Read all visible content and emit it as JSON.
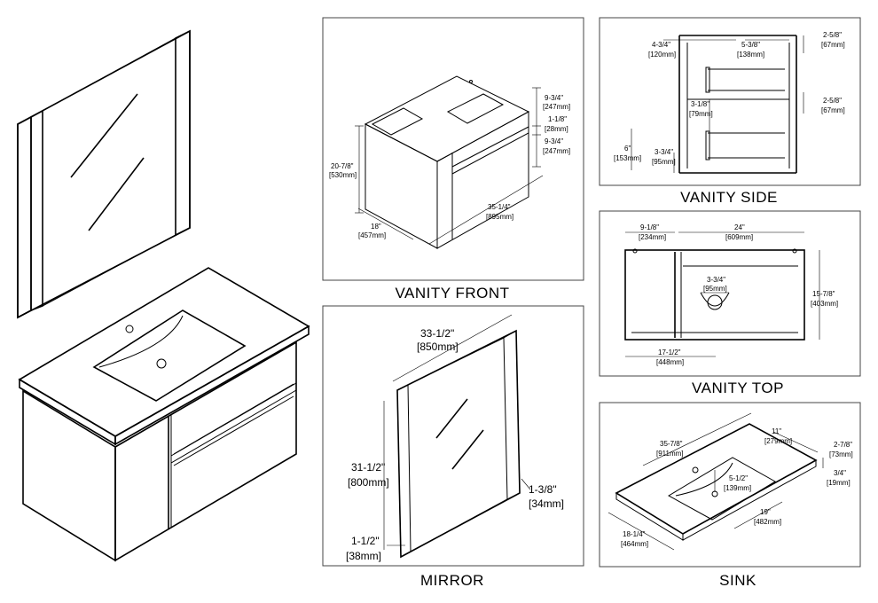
{
  "captions": {
    "vanity_front": "VANITY FRONT",
    "vanity_side": "VANITY SIDE",
    "vanity_top": "VANITY TOP",
    "mirror": "MIRROR",
    "sink": "SINK"
  },
  "vanity_front": {
    "height_in": "20-7/8\"",
    "height_mm": "[530mm]",
    "depth_in": "18\"",
    "depth_mm": "[457mm]",
    "width_in": "35-1/4\"",
    "width_mm": "[895mm]",
    "drawer_top_in": "9-3/4\"",
    "drawer_top_mm": "[247mm]",
    "gap_in": "1-1/8\"",
    "gap_mm": "[28mm]",
    "drawer_bottom_in": "9-3/4\"",
    "drawer_bottom_mm": "[247mm]"
  },
  "vanity_side": {
    "a_in": "4-3/4\"",
    "a_mm": "[120mm]",
    "b_in": "5-3/8\"",
    "b_mm": "[138mm]",
    "c_in": "2-5/8\"",
    "c_mm": "[67mm]",
    "d_in": "2-5/8\"",
    "d_mm": "[67mm]",
    "e_in": "3-1/8\"",
    "e_mm": "[79mm]",
    "f_in": "6\"",
    "f_mm": "[153mm]",
    "g_in": "3-3/4\"",
    "g_mm": "[95mm]"
  },
  "vanity_top": {
    "a_in": "9-1/8\"",
    "a_mm": "[234mm]",
    "b_in": "24\"",
    "b_mm": "[609mm]",
    "c_in": "3-3/4\"",
    "c_mm": "[95mm]",
    "d_in": "15-7/8\"",
    "d_mm": "[403mm]",
    "e_in": "17-1/2\"",
    "e_mm": "[448mm]"
  },
  "mirror": {
    "width_in": "33-1/2\"",
    "width_mm": "[850mm]",
    "height_in": "31-1/2\"",
    "height_mm": "[800mm]",
    "depth_in": "1-3/8\"",
    "depth_mm": "[34mm]",
    "frame_in": "1-1/2\"",
    "frame_mm": "[38mm]"
  },
  "sink": {
    "length_in": "35-7/8\"",
    "length_mm": "[911mm]",
    "depth_in": "11\"",
    "depth_mm": "[279mm]",
    "side_in": "2-7/8\"",
    "side_mm": "[73mm]",
    "thick_in": "3/4\"",
    "thick_mm": "[19mm]",
    "bowl_in": "5-1/2\"",
    "bowl_mm": "[139mm]",
    "bowl_w_in": "19\"",
    "bowl_w_mm": "[482mm]",
    "front_in": "18-1/4\"",
    "front_mm": "[464mm]"
  }
}
